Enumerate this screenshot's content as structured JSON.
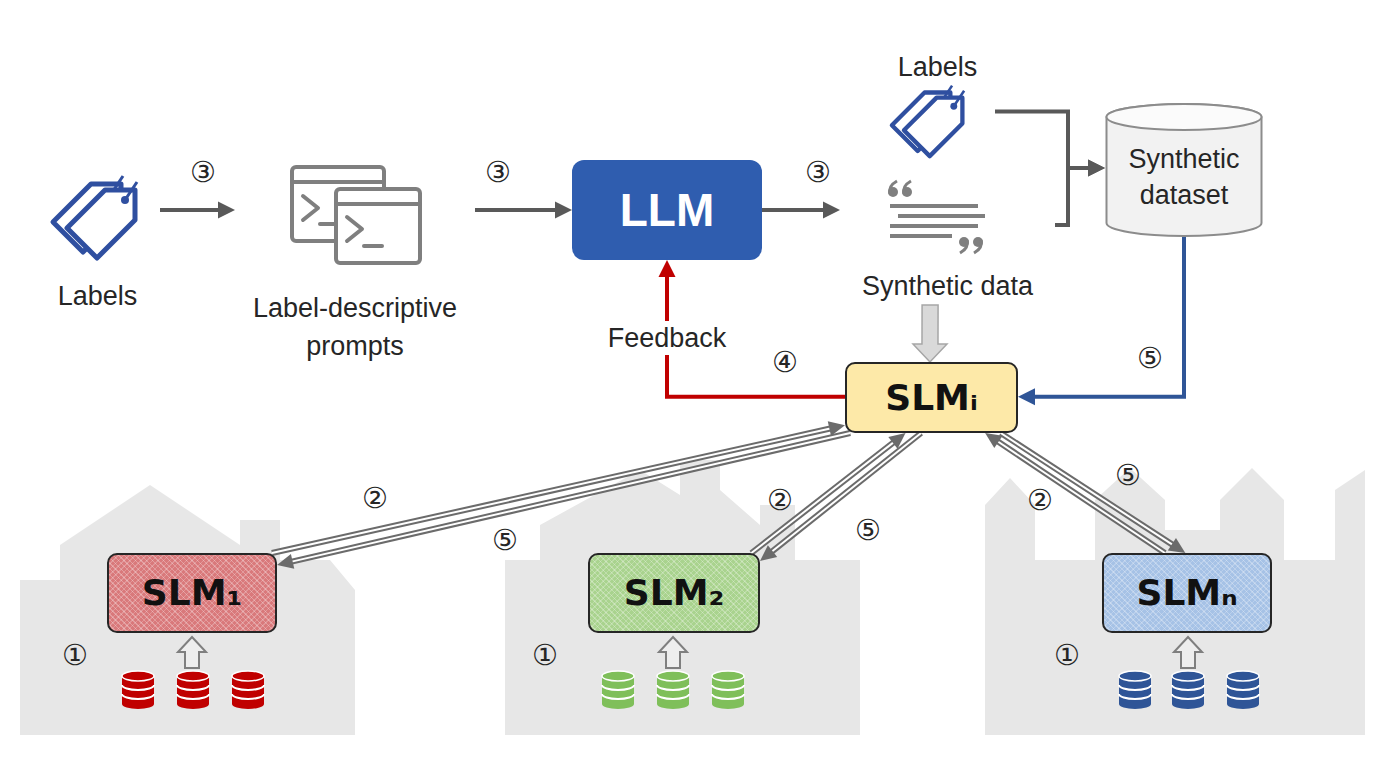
{
  "diagram": {
    "nodes": [
      {
        "text": [
          "Labels"
        ]
      },
      {
        "text": [
          "Label-descriptive prompts"
        ]
      },
      {
        "text": [
          "LLM"
        ]
      },
      {
        "text": [
          "Labels"
        ]
      },
      {
        "text": [
          "Synthetic data"
        ]
      },
      {
        "text": [
          "Synthetic dataset"
        ]
      },
      {
        "text": [
          "SLMᵢ"
        ]
      },
      {
        "text": [
          "SLM₁"
        ]
      },
      {
        "text": [
          "SLM₂"
        ]
      },
      {
        "text": [
          "SLMₙ"
        ]
      }
    ],
    "edges": [
      {
        "from": 0,
        "to": 1,
        "arrow": "to",
        "label": "③"
      },
      {
        "from": 1,
        "to": 2,
        "arrow": "to",
        "label": "③"
      },
      {
        "from": 2,
        "to": 4,
        "arrow": "to",
        "label": "③"
      },
      {
        "from": 3,
        "to": 5,
        "arrow": "to"
      },
      {
        "from": 4,
        "to": 5,
        "arrow": "to"
      },
      {
        "from": 4,
        "to": 6,
        "arrow": "to"
      },
      {
        "from": 6,
        "to": 2,
        "arrow": "to",
        "label": "Feedback"
      },
      {
        "from": 5,
        "to": 6,
        "arrow": "to",
        "label": "⑤"
      },
      {
        "from": 7,
        "to": 6,
        "arrow": "to",
        "label": "②"
      },
      {
        "from": 6,
        "to": 7,
        "arrow": "to",
        "label": "⑤"
      },
      {
        "from": 8,
        "to": 6,
        "arrow": "to",
        "label": "②"
      },
      {
        "from": 6,
        "to": 8,
        "arrow": "to",
        "label": "⑤"
      },
      {
        "from": 9,
        "to": 6,
        "arrow": "to",
        "label": "②"
      },
      {
        "from": 6,
        "to": 9,
        "arrow": "to",
        "label": "⑤"
      }
    ],
    "labels": [
      "④",
      "①",
      "①",
      "①"
    ]
  }
}
